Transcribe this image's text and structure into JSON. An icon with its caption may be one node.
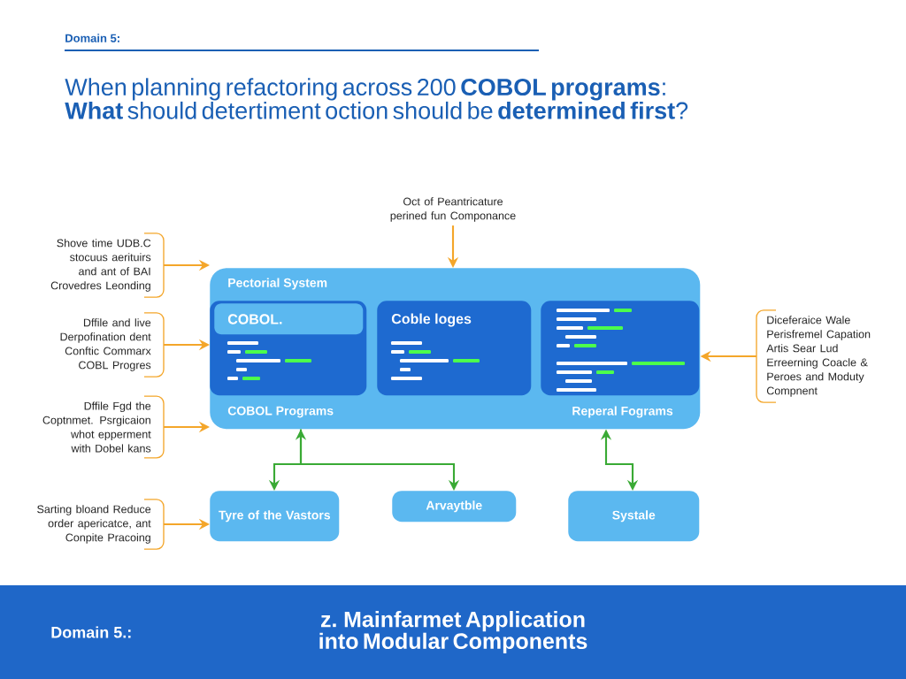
{
  "diagram": {
    "title": "When planning refactoring across 200 **COBOL programs**: **What** should detertiment oction should be **determined first**?",
    "caption": "z. Mainfarmet Application into Modular Components",
    "nodes": [
      {
        "text": [
          "Shove time UDB.C stocuus aerituirs and ant of BAI Crovedres Leonding"
        ]
      },
      {
        "text": [
          "Dffile and live Derpofination dent Conftic Commarx COBL Progres"
        ]
      },
      {
        "text": [
          "Dffile Fgd the Coptnmet. Psrgicaion whot epperment with Dobel kans"
        ]
      },
      {
        "text": [
          "Sarting bloand Reduce order apericatce, ant Conpite Pracoing"
        ]
      },
      {
        "text": [
          "Oct of Peantricature perined fun Componance"
        ]
      },
      {
        "text": [
          "Diceferaice Wale Perisfremel Capation Artis Sear Lud Erreerning Coacle & Peroes and Moduty Compnent"
        ]
      },
      {
        "text": [
          "Pectorial System",
          "COBOL Programs",
          "Reperal Fograms"
        ]
      },
      {
        "text": [
          "COBOL."
        ],
        "in": 6
      },
      {
        "text": [
          "Coble loges"
        ],
        "in": 6
      },
      {
        "text": [],
        "shape": "box",
        "in": 6
      },
      {
        "text": [
          "Tyre of the Vastors"
        ]
      },
      {
        "text": [
          "Arvaytble"
        ]
      },
      {
        "text": [
          "Systale"
        ]
      }
    ],
    "edges": [
      {
        "from": 0,
        "to": 6,
        "arrow": "to"
      },
      {
        "from": 1,
        "to": 6,
        "arrow": "to"
      },
      {
        "from": 2,
        "to": 6,
        "arrow": "to"
      },
      {
        "from": 3,
        "to": 10,
        "arrow": "to"
      },
      {
        "from": 4,
        "to": 6,
        "arrow": "to"
      },
      {
        "from": 5,
        "to": 6,
        "arrow": "to"
      },
      {
        "from": 6,
        "to": 10,
        "arrow": "both",
        "color": "#3aaa35"
      },
      {
        "from": 6,
        "to": 11,
        "arrow": "to",
        "color": "#3aaa35"
      },
      {
        "from": 6,
        "to": 12,
        "arrow": "both",
        "color": "#3aaa35"
      }
    ],
    "labels": [
      "Domain 5:",
      "Domain 5.:"
    ]
  }
}
